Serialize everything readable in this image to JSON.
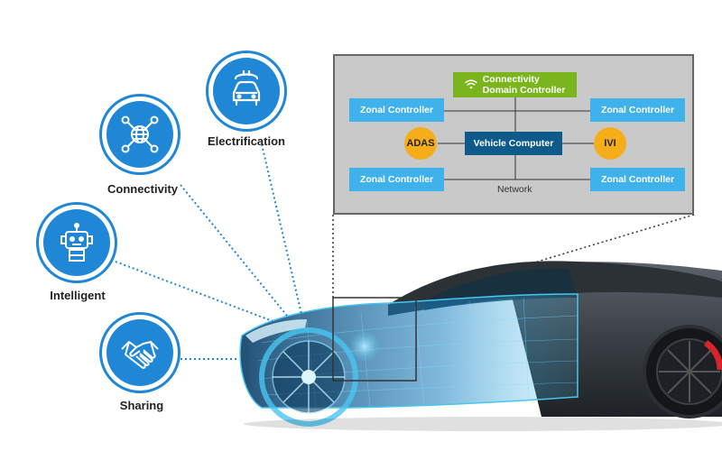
{
  "features": [
    {
      "id": "electrification",
      "label": "Electrification",
      "icon": "car-plug-icon"
    },
    {
      "id": "connectivity",
      "label": "Connectivity",
      "icon": "globe-network-icon"
    },
    {
      "id": "intelligent",
      "label": "Intelligent",
      "icon": "robot-icon"
    },
    {
      "id": "sharing",
      "label": "Sharing",
      "icon": "handshake-icon"
    }
  ],
  "architecture": {
    "connectivity_controller": {
      "line1": "Connectivity",
      "line2": "Domain Controller",
      "icon": "wifi-icon"
    },
    "zonal_controllers": [
      "Zonal Controller",
      "Zonal Controller",
      "Zonal Controller",
      "Zonal Controller"
    ],
    "vehicle_computer": "Vehicle Computer",
    "adas": "ADAS",
    "ivi": "IVI",
    "network_label": "Network"
  },
  "colors": {
    "icon_blue": "#1f87d6",
    "zonal_blue": "#3fb2ec",
    "vehicle_computer_navy": "#0e5a8a",
    "connectivity_green": "#7ab51d",
    "node_yellow": "#f6ad1a",
    "panel_gray": "#c9c9c9",
    "car_dark": "#3a3f45",
    "wireframe_cyan": "#48c6f2"
  }
}
